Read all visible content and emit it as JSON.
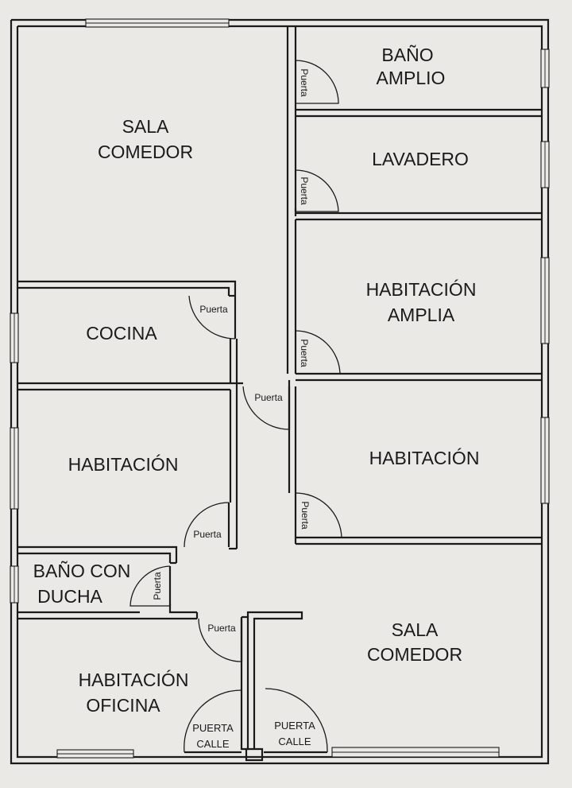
{
  "rooms": {
    "sala_comedor_1": [
      "SALA",
      "COMEDOR"
    ],
    "bano_amplio": [
      "BAÑO",
      "AMPLIO"
    ],
    "lavadero": [
      "LAVADERO"
    ],
    "habitacion_amplia": [
      "HABITACIÓN",
      "AMPLIA"
    ],
    "cocina": [
      "COCINA"
    ],
    "habitacion_izq": [
      "HABITACIÓN"
    ],
    "habitacion_der": [
      "HABITACIÓN"
    ],
    "bano_ducha": [
      "BAÑO CON",
      "DUCHA"
    ],
    "sala_comedor_2": [
      "SALA",
      "COMEDOR"
    ],
    "habitacion_oficina": [
      "HABITACIÓN",
      "OFICINA"
    ]
  },
  "doors": {
    "label": "Puerta",
    "street": [
      "PUERTA",
      "CALLE"
    ]
  }
}
